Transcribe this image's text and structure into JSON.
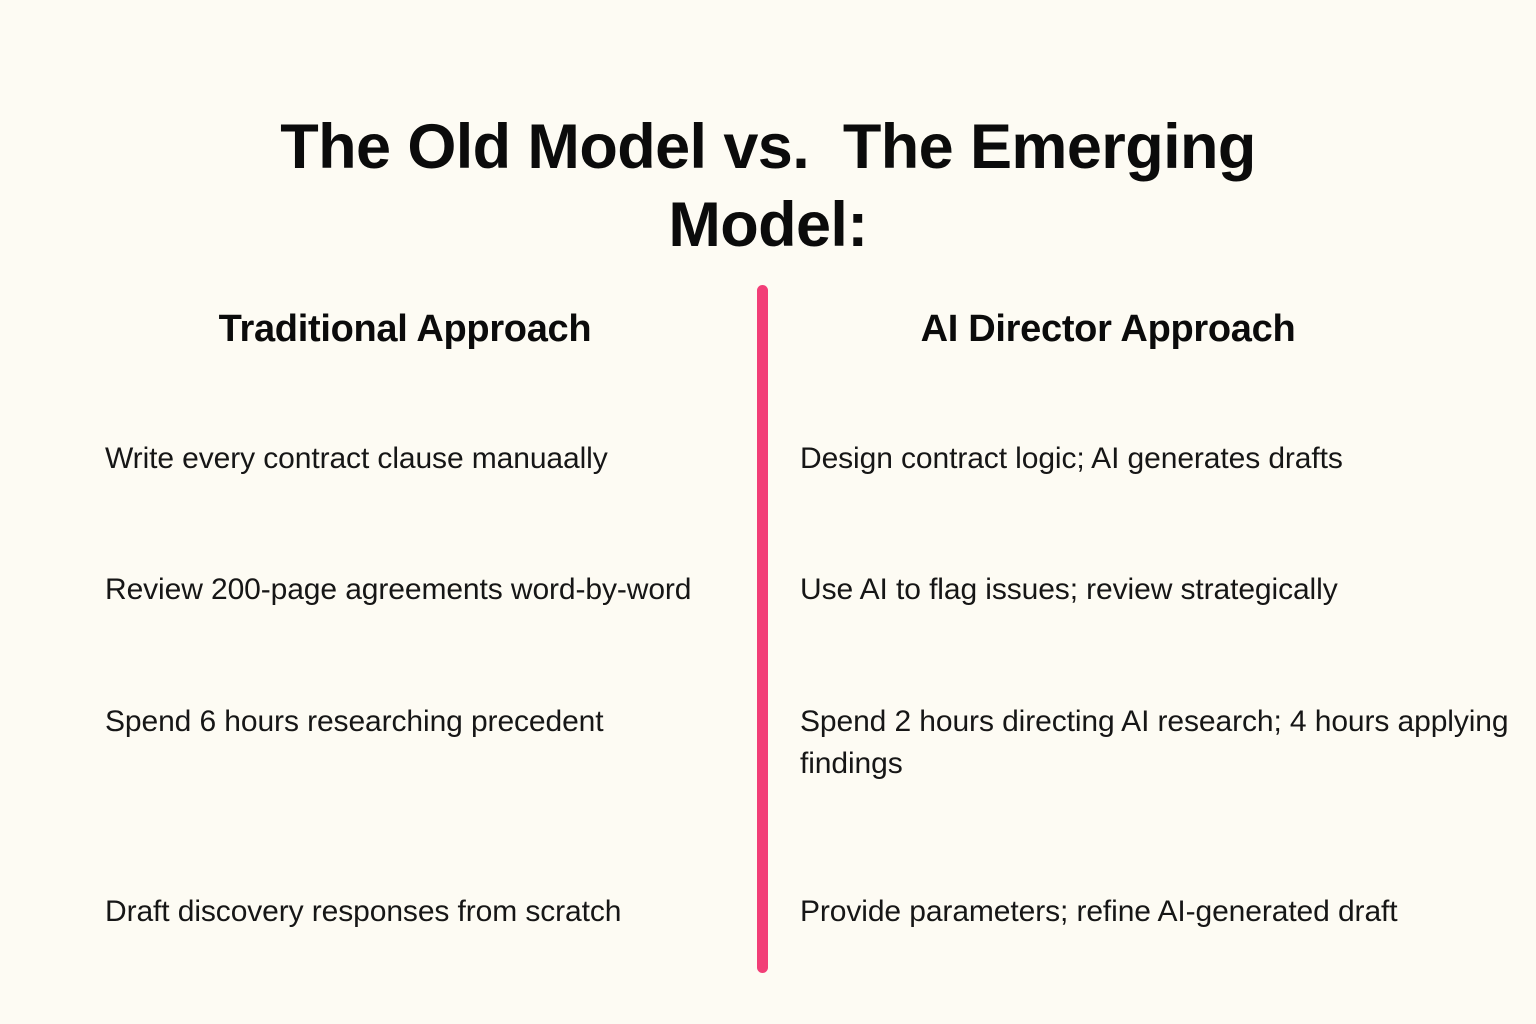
{
  "slide": {
    "background_color": "#FDFBF3",
    "text_color": "#0B0B0B",
    "accent_color": "#F23E77",
    "title": "The Old Model vs.  The Emerging Model:"
  },
  "columns": {
    "left": {
      "header": "Traditional Approach",
      "items": [
        "Write every contract clause manuaally",
        "Review 200-page agreements word-by-word",
        "Spend 6 hours researching precedent",
        "Draft discovery responses from scratch"
      ]
    },
    "right": {
      "header": "AI Director Approach",
      "items": [
        "Design contract logic; AI generates drafts",
        "Use AI to flag issues; review strategically",
        "Spend 2 hours directing AI research; 4 hours applying findings",
        "Provide parameters; refine AI-generated draft"
      ]
    }
  }
}
